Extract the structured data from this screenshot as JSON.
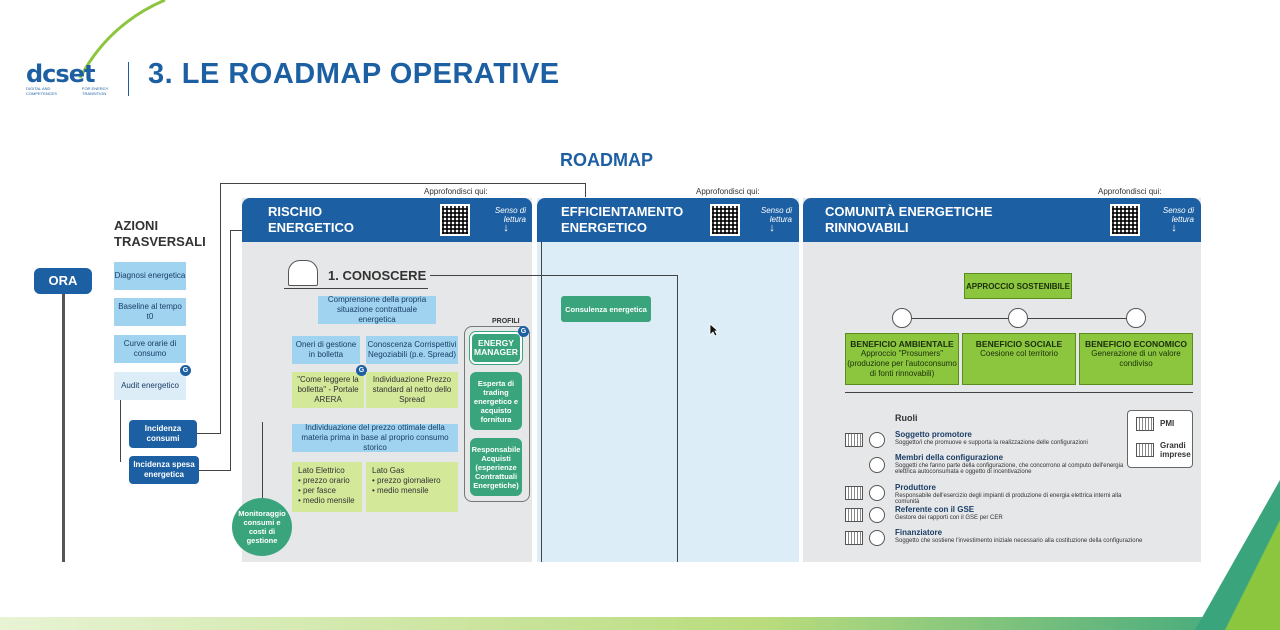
{
  "logo": {
    "text": "dcset",
    "tagline_left": "DIGITAL AND COMPETENCES",
    "tagline_right": "FOR ENERGY TRANSITION"
  },
  "header": {
    "title": "3. LE ROADMAP OPERATIVE"
  },
  "roadmap": {
    "title": "ROADMAP",
    "approfondisci": "Approfondisci qui:",
    "senso": "Senso di lettura",
    "arrow": "↓",
    "ora": "ORA",
    "azioni": {
      "title": "AZIONI TRASVERSALI",
      "items": [
        "Diagnosi energetica",
        "Baseline al tempo t0",
        "Curve orarie di consumo",
        "Audit energetico"
      ],
      "incidenza_consumi": "Incidenza consumi",
      "incidenza_spesa": "Incidenza spesa energetica",
      "badge": "G"
    },
    "rischio": {
      "title": "RISCHIO ENERGETICO",
      "conoscere": "1. CONOSCERE",
      "comprensione": "Comprensione della propria situazione contrattuale energetica",
      "oneri": "Oneri di gestione in bolletta",
      "conoscenza": "Conoscenza Corrispettivi Negoziabili (p.e. Spread)",
      "come_leggere": "\"Come leggere la bolletta\" - Portale ARERA",
      "individuazione_prezzo": "Individuazione Prezzo standard al netto dello Spread",
      "individuazione_ottimale": "Individuazione del prezzo ottimale della materia prima in base al proprio consumo storico",
      "lato_elettrico": {
        "title": "Lato Elettrico",
        "items": [
          "prezzo orario",
          "per fasce",
          "medio mensile"
        ]
      },
      "lato_gas": {
        "title": "Lato Gas",
        "items": [
          "prezzo giornaliero",
          "medio mensile"
        ]
      },
      "monitoraggio": "Monitoraggio consumi e costi di gestione",
      "profili": "PROFILI",
      "energy_manager": "ENERGY MANAGER",
      "esperta": "Esperta di trading energetico e acquisto fornitura",
      "responsabile": "Responsabile Acquisti (esperienze Contrattuali Energetiche)"
    },
    "efficientamento": {
      "title": "EFFICIENTAMENTO ENERGETICO",
      "consulenza": "Consulenza energetica"
    },
    "comunita": {
      "title": "COMUNITÀ ENERGETICHE RINNOVABILI",
      "approccio": "APPROCCIO SOSTENIBILE",
      "benefici": [
        {
          "title": "BENEFICIO AMBIENTALE",
          "desc": "Approccio \"Prosumers\" (produzione per l'autoconsumo di fonti rinnovabili)"
        },
        {
          "title": "BENEFICIO SOCIALE",
          "desc": "Coesione col territorio"
        },
        {
          "title": "BENEFICIO ECONOMICO",
          "desc": "Generazione di un valore condiviso"
        }
      ],
      "ruoli_title": "Ruoli",
      "ruoli": [
        {
          "title": "Soggetto promotore",
          "desc": "Soggetto/i che promuove e supporta la realizzazione delle configurazioni"
        },
        {
          "title": "Membri della configurazione",
          "desc": "Soggetti che fanno parte della configurazione, che concorrono al computo dell'energia elettrica autoconsumata e oggetto di incentivazione"
        },
        {
          "title": "Produttore",
          "desc": "Responsabile dell'esercizio degli impianti di produzione di energia elettrica interni alla comunità"
        },
        {
          "title": "Referente con il GSE",
          "desc": "Gestore dei rapporti con il GSE per CER"
        },
        {
          "title": "Finanziatore",
          "desc": "Soggetto che sostiene l'investimento iniziale necessario alla costituzione della configurazione"
        }
      ],
      "legend": {
        "pmi": "PMI",
        "grandi": "Grandi imprese"
      }
    }
  }
}
